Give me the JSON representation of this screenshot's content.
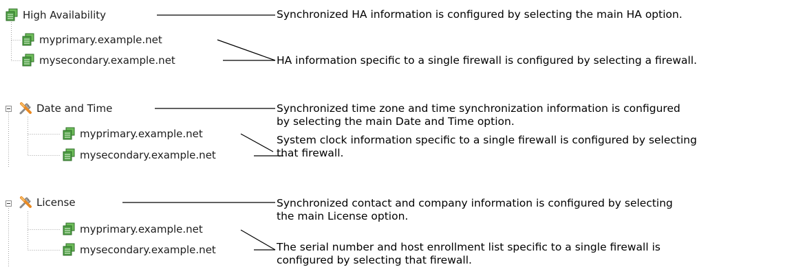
{
  "groups": [
    {
      "title": "High Availability",
      "icon": "server-icon",
      "children": [
        "myprimary.example.net",
        "mysecondary.example.net"
      ],
      "main_description": [
        "Synchronized HA information is configured by selecting the main HA option."
      ],
      "child_description": [
        "HA information specific to a single firewall is configured by selecting a firewall."
      ]
    },
    {
      "title": "Date and Time",
      "icon": "tools-icon",
      "children": [
        "myprimary.example.net",
        "mysecondary.example.net"
      ],
      "main_description": [
        "Synchronized time zone and time synchronization information is configured",
        "by selecting the main Date and Time option."
      ],
      "child_description": [
        "System clock information specific to a single firewall is configured by selecting",
        "that firewall."
      ]
    },
    {
      "title": "License",
      "icon": "tools-icon",
      "children": [
        "myprimary.example.net",
        "mysecondary.example.net"
      ],
      "main_description": [
        "Synchronized contact and company information is configured by selecting",
        "the main License option."
      ],
      "child_description": [
        "The serial number and host enrollment list specific to a single firewall is",
        "configured by selecting that firewall."
      ]
    }
  ],
  "colors": {
    "text": "#1c1c1c",
    "server_icon_green": "#3f8f3a",
    "tools_icon_orange": "#e98a23",
    "tree_line": "#a0a0a0",
    "callout_line": "#000000"
  }
}
